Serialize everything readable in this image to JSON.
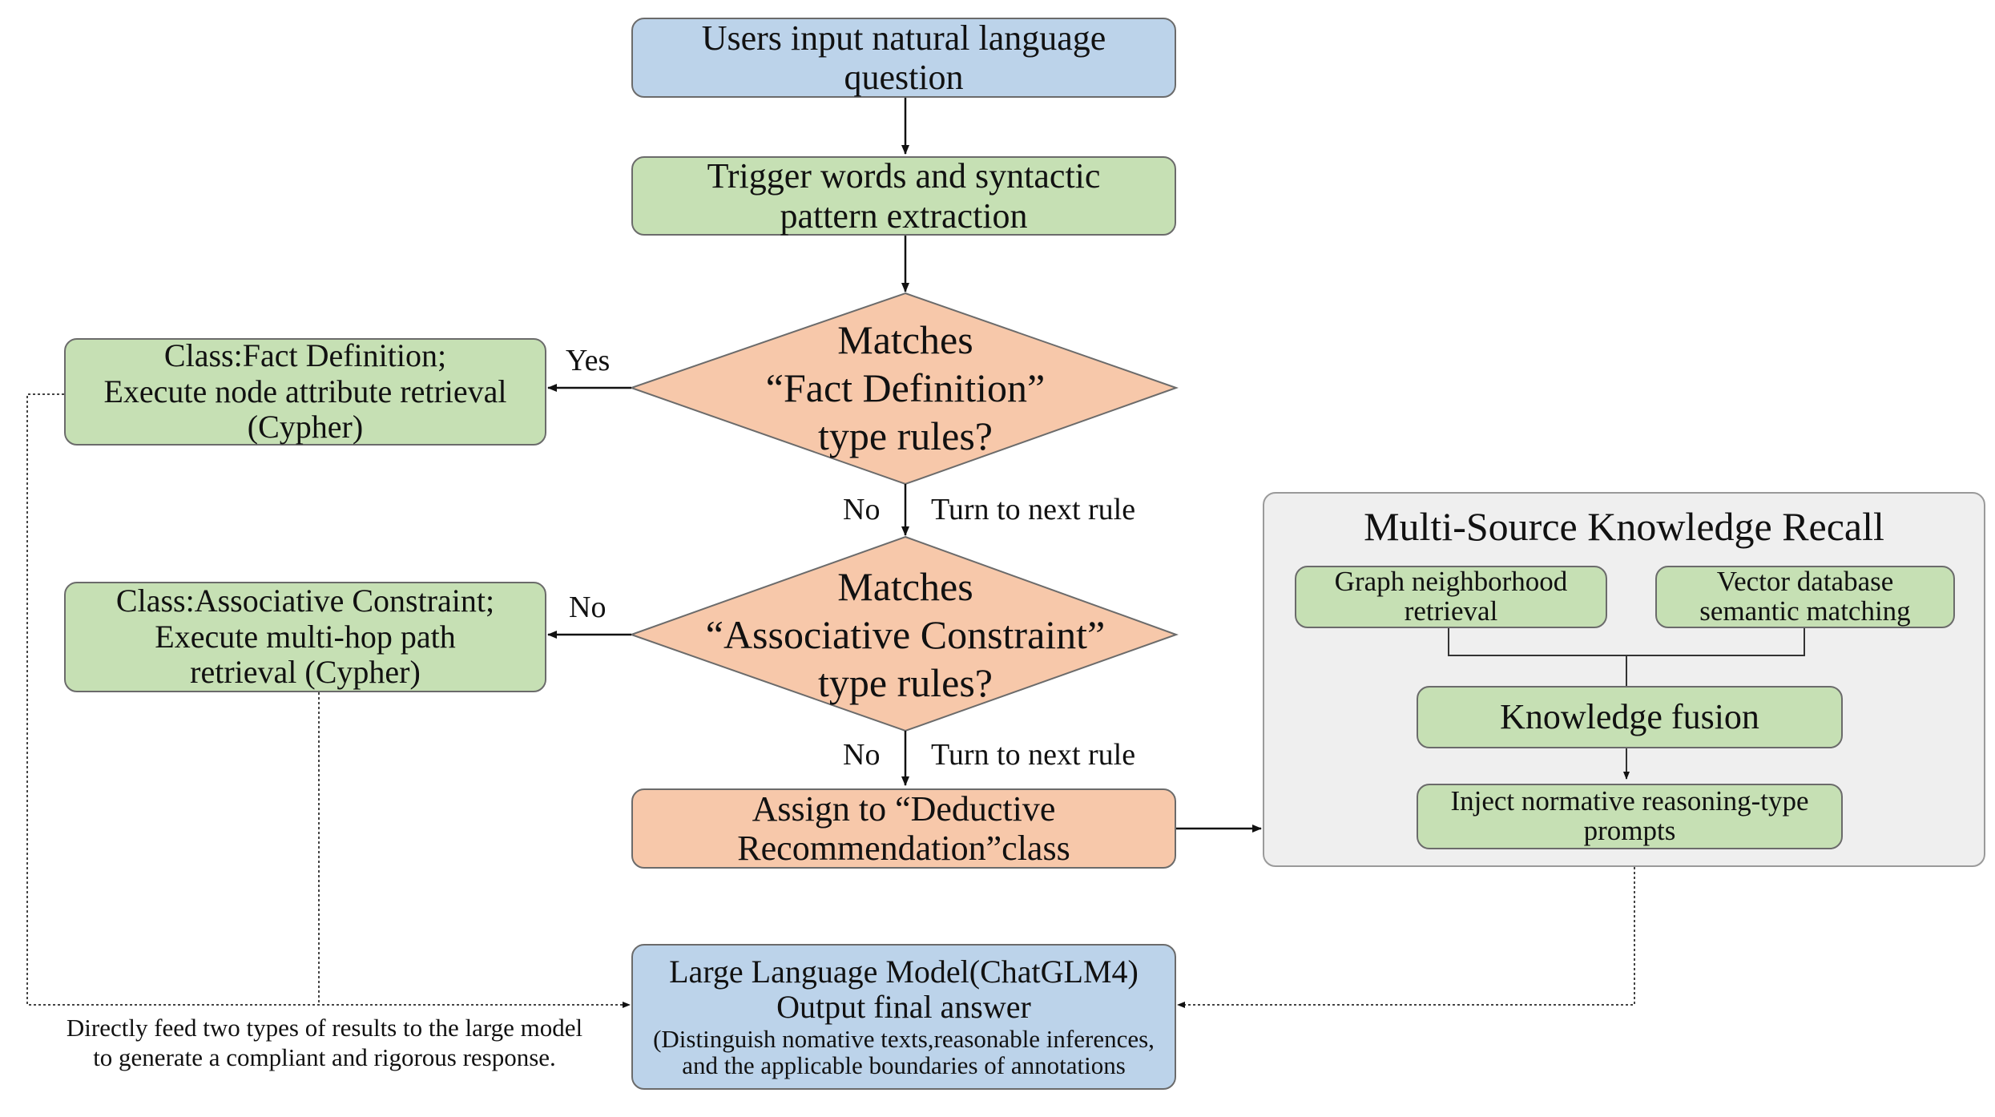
{
  "nodes": {
    "start": {
      "lines": [
        "Users input natural language",
        "question"
      ]
    },
    "extract": {
      "lines": [
        "Trigger words and syntactic",
        "pattern extraction"
      ]
    },
    "decision1": {
      "lines": [
        "Matches",
        "“Fact Definition”",
        "type rules?"
      ]
    },
    "fact_def": {
      "lines": [
        "Class:Fact Definition;",
        "Execute node attribute retrieval",
        "(Cypher)"
      ]
    },
    "decision2": {
      "lines": [
        "Matches",
        "“Associative Constraint”",
        "type rules?"
      ]
    },
    "assoc": {
      "lines": [
        "Class:Associative Constraint;",
        "Execute multi-hop path",
        "retrieval (Cypher)"
      ]
    },
    "deductive": {
      "lines": [
        "Assign to “Deductive",
        "Recommendation”class"
      ]
    },
    "llm": {
      "title": "Large Language Model(ChatGLM4)",
      "subtitle": "Output final answer",
      "note_lines": [
        "(Distinguish nomative texts,reasonable inferences,",
        "and the applicable boundaries of annotations"
      ]
    }
  },
  "edge_labels": {
    "yes": "Yes",
    "no1": "No",
    "next1": "Turn to next rule",
    "no2": "No",
    "no3": "No",
    "next2": "Turn to next rule"
  },
  "recall_panel": {
    "title": "Multi-Source Knowledge Recall",
    "graph": {
      "lines": [
        "Graph neighborhood",
        "retrieval"
      ]
    },
    "vector": {
      "lines": [
        "Vector database",
        "semantic matching"
      ]
    },
    "fusion": "Knowledge fusion",
    "inject": {
      "lines": [
        "Inject normative reasoning-type",
        "prompts"
      ]
    }
  },
  "feed_note": {
    "lines": [
      "Directly feed two types of results to the large model",
      "to generate a compliant and rigorous response."
    ]
  },
  "colors": {
    "blue": "#bcd3ea",
    "green": "#c6e0b4",
    "orange": "#f7c8aa",
    "panel": "#efefef"
  }
}
